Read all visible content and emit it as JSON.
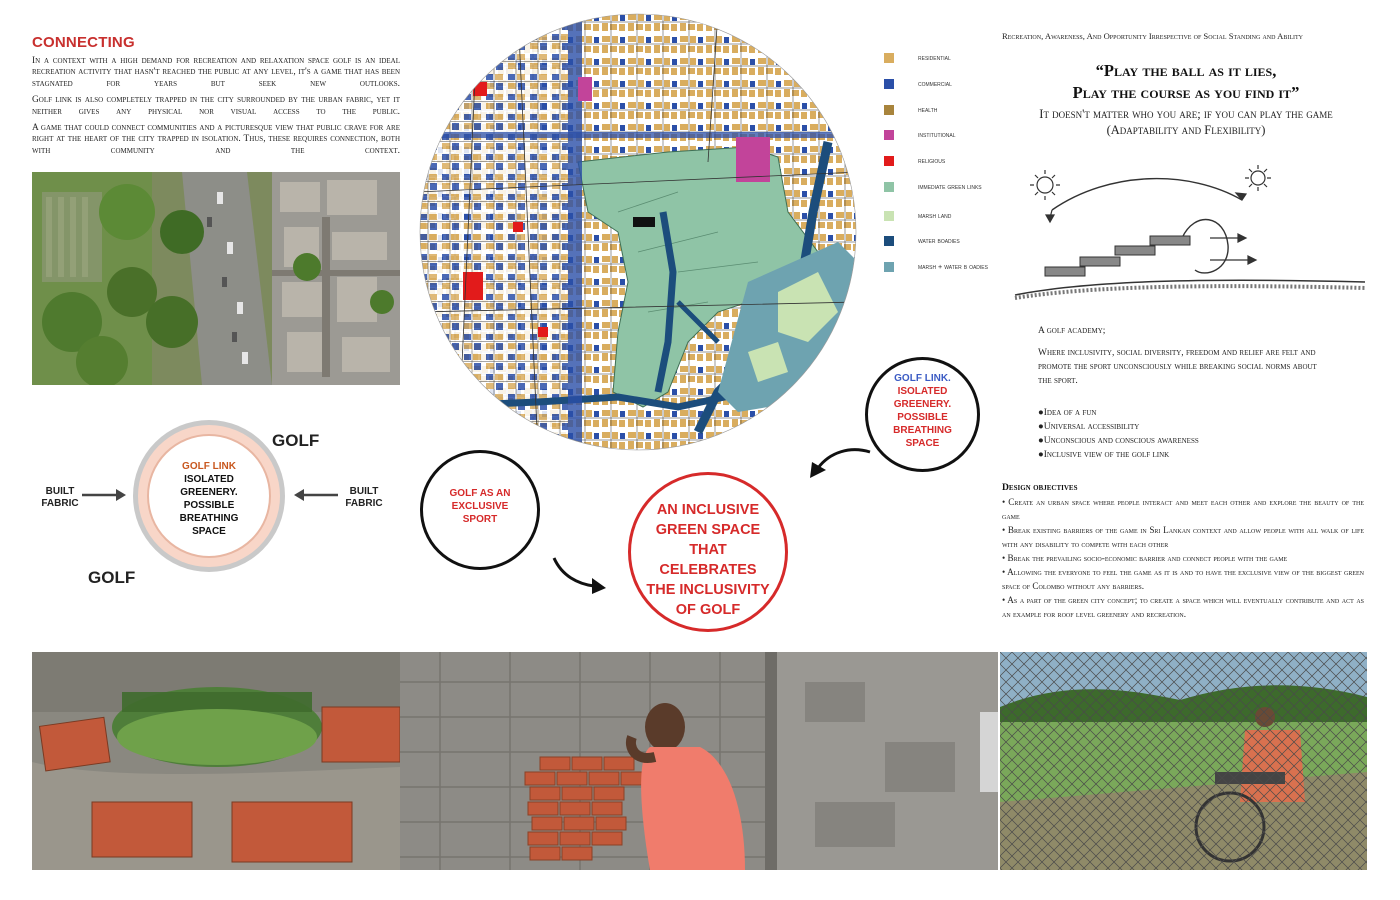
{
  "left": {
    "title": "CONNECTING",
    "paragraphs": [
      "In a context with a high demand for recreation and relaxation space golf is an ideal recreation activity that hasn't reached the public at any level, it's a game that has been stagnated for years but seek new outlooks.",
      "Golf link is also completely trapped in the city surrounded by the urban fabric, yet it neither gives any physical nor visual access to the public.",
      "A game that could connect communities and a picturesque view that public crave for are right at the heart of the city trapped in isolation. Thus, these requires connection, both with community and the context."
    ]
  },
  "legend": [
    {
      "label": "residential",
      "color": "#d9ad5f"
    },
    {
      "label": "commercial",
      "color": "#2b4fa8"
    },
    {
      "label": "health",
      "color": "#a8843c"
    },
    {
      "label": "institutional",
      "color": "#c2449a"
    },
    {
      "label": "religious",
      "color": "#e21b1b"
    },
    {
      "label": "immediate green links",
      "color": "#8fc4a6"
    },
    {
      "label": "marsh land",
      "color": "#c9e3b3"
    },
    {
      "label": "water boadies",
      "color": "#1c4d7c"
    },
    {
      "label": "marsh + water b oadies",
      "color": "#6ea3b0"
    }
  ],
  "diagram": {
    "golf_top": "GOLF",
    "golf_bottom": "GOLF",
    "built_left": "BUILT FABRIC",
    "built_right": "BUILT FABRIC",
    "ring_title": "GOLF LINK",
    "ring_body": "ISOLATED GREENERY. POSSIBLE BREATHING SPACE",
    "exclusive": "GOLF AS AN EXCLUSIVE SPORT",
    "golflink2_title": "GOLF LINK.",
    "golflink2_body": "ISOLATED GREENERY. POSSIBLE BREATHING SPACE",
    "inclusive": "AN INCLUSIVE GREEN SPACE THAT CELEBRATES THE INCLUSIVITY OF GOLF"
  },
  "right": {
    "header": "Recreation, Awareness, And Opportunity  Irrespective of Social Standing and Ability",
    "quote_line1": "“Play the ball as it lies,",
    "quote_line2": "Play the course as you find it”",
    "quote_sub1": "It doesn't matter who you are; if you can play the game",
    "quote_sub2": "(Adaptability and Flexibility)",
    "academy_title": "A golf academy;",
    "academy_body": "Where inclusivity, social diversity, freedom and relief are felt and promote the sport unconsciously while breaking social norms about the sport.",
    "bullets": [
      "●Idea of a fun",
      "●Universal accessibility",
      "●Unconscious and conscious awareness",
      "●Inclusive view of the golf link"
    ],
    "objectives_title": "Design objectives",
    "objectives": [
      "• Create an urban space where people interact and meet each other and explore the beauty of the game",
      "•  Break existing barriers of the game in Sri Lankan context and allow people with all walk of life with any disability to compete with each other",
      "•  Break the prevailing socio-economic barrier and connect people with the game",
      "•  Allowing the everyone to feel the game as it is and to have the exclusive view of the biggest green space of Colombo without any barriers.",
      "•  As a part of the green city concept; to create a space which will eventually contribute and act as an example for roof level greenery and recreation."
    ]
  }
}
